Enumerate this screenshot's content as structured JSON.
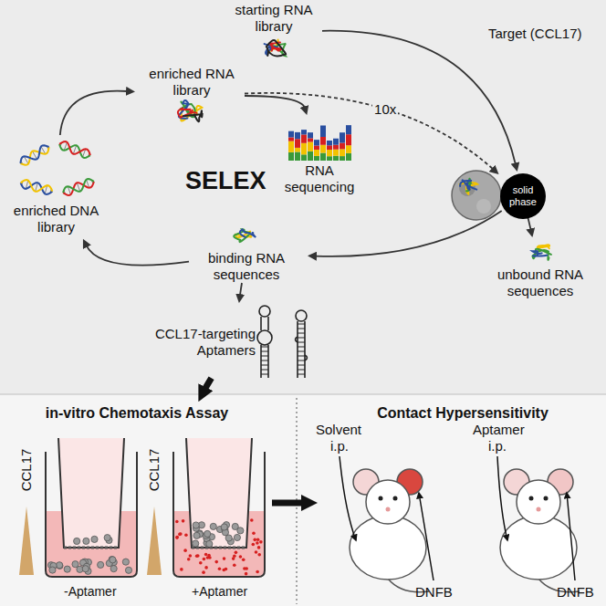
{
  "diagram": {
    "nodes": [
      {
        "text": [
          "starting RNA library"
        ]
      },
      {
        "text": [
          "enriched RNA library"
        ]
      },
      {
        "text": [
          "RNA sequencing"
        ]
      },
      {
        "text": [
          "solid phase"
        ]
      },
      {
        "text": [
          "enriched DNA library"
        ]
      },
      {
        "text": [
          "binding RNA sequences"
        ]
      },
      {
        "text": [
          "unbound RNA sequences"
        ]
      },
      {
        "text": [
          "CCL17-targeting Aptamers"
        ]
      },
      {
        "text": [
          "in-vitro Chemotaxis Assay"
        ]
      },
      {
        "text": [
          "Contact Hypersensitivity"
        ]
      }
    ],
    "edges": [
      {
        "from": 0,
        "to": 3,
        "arrow": "to"
      },
      {
        "from": 4,
        "to": 1,
        "arrow": "to"
      },
      {
        "from": 1,
        "to": 2,
        "arrow": "to"
      },
      {
        "from": 1,
        "to": 3,
        "label": "10x",
        "arrow": "to"
      },
      {
        "from": 3,
        "to": 5,
        "arrow": "to"
      },
      {
        "from": 3,
        "to": 6,
        "arrow": "to"
      },
      {
        "from": 5,
        "to": 4,
        "arrow": "to"
      },
      {
        "from": 5,
        "to": 7,
        "arrow": "to"
      },
      {
        "from": 7,
        "to": 8,
        "arrow": "to"
      },
      {
        "from": 8,
        "to": 9,
        "arrow": "to"
      }
    ],
    "labels": [
      "SELEX",
      "Target (CCL17)",
      "CCL17",
      "-Aptamer",
      "CCL17",
      "+Aptamer",
      "Solvent",
      "i.p.",
      "Aptamer",
      "i.p.",
      "DNFB",
      "DNFB"
    ]
  }
}
